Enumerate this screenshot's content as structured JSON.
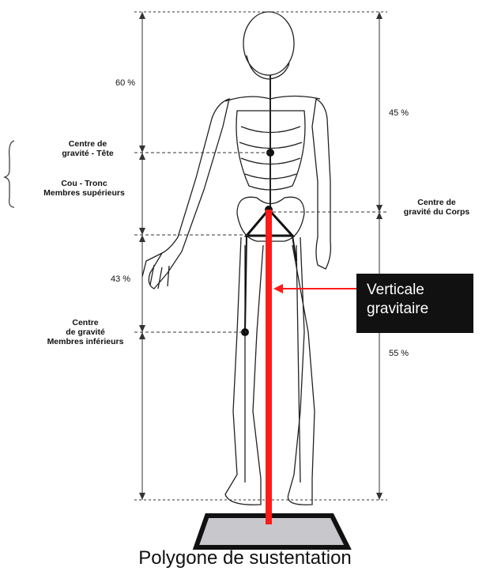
{
  "figure": {
    "percent_60": "60 %",
    "percent_45": "45 %",
    "percent_43": "43 %",
    "percent_55": "55 %",
    "cg_head": {
      "line1": "Centre de",
      "line2": "gravité - Tête"
    },
    "neck_trunk": {
      "line1": "Cou - Tronc",
      "line2": "Membres supérieurs"
    },
    "cg_body": {
      "line1": "Centre de",
      "line2": "gravité du Corps"
    },
    "cg_lower": {
      "line1": "Centre",
      "line2": "de gravité",
      "line3": "Membres inférieurs"
    },
    "vertical_gravity": {
      "line1": "Verticale",
      "line2": "gravitaire"
    },
    "polygon_label": "Polygone de sustentation"
  },
  "colors": {
    "gravity_line": "#ff1a1a",
    "label_box": "#111111",
    "base_fill": "#c8c8cc"
  }
}
